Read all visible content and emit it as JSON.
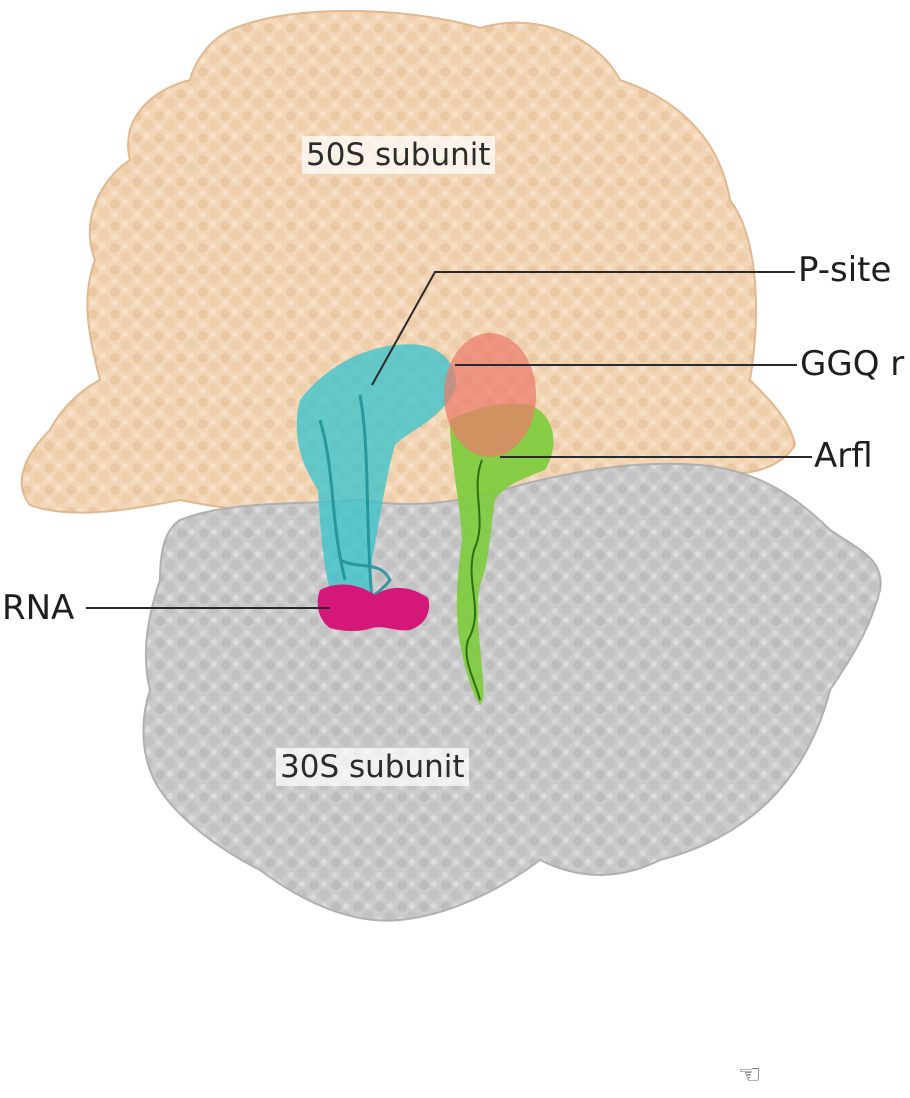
{
  "labels": {
    "subunit_50s": "50S subunit",
    "subunit_30s": "30S subunit",
    "p_site": "P-site",
    "ggq": "GGQ r",
    "arfl": "Arfl",
    "rna": "RNA"
  },
  "colors": {
    "subunit_50s": "#f2d3b2",
    "subunit_30s": "#c7c7c7",
    "trna": "#2bb8c2",
    "mrna": "#d6177a",
    "arfa": "#7ccc3b",
    "ggq_ellipse": "#ec7c6c"
  },
  "icons": {
    "cursor": "hand-pointer-icon"
  }
}
